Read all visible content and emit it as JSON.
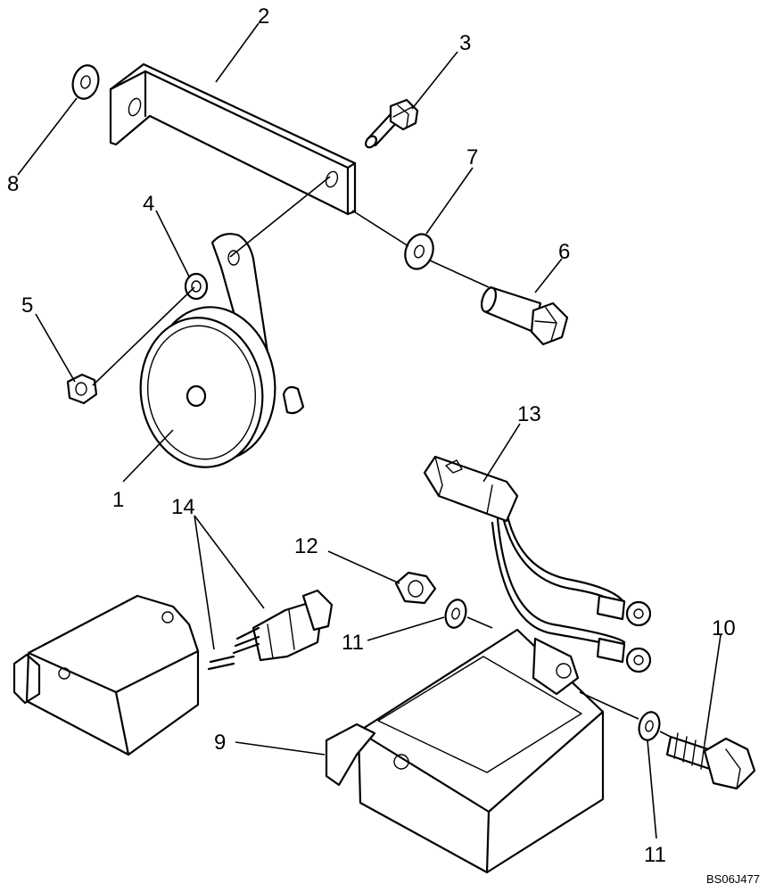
{
  "diagram": {
    "drawing_code": "BS06J477",
    "parts": [
      {
        "id": "horn",
        "callout": "1"
      },
      {
        "id": "bracket",
        "callout": "2"
      },
      {
        "id": "screw",
        "callout": "3"
      },
      {
        "id": "lock-washer",
        "callout": "4"
      },
      {
        "id": "nut",
        "callout": "5"
      },
      {
        "id": "bolt",
        "callout": "6"
      },
      {
        "id": "washer-7",
        "callout": "7"
      },
      {
        "id": "washer-8",
        "callout": "8"
      },
      {
        "id": "control-module",
        "callout": "9"
      },
      {
        "id": "bolt-10",
        "callout": "10"
      },
      {
        "id": "washer-11-upper",
        "callout": "11"
      },
      {
        "id": "washer-11-lower",
        "callout": "11"
      },
      {
        "id": "nut-12",
        "callout": "12"
      },
      {
        "id": "harness",
        "callout": "13"
      },
      {
        "id": "connector-14",
        "callout": "14"
      }
    ]
  }
}
